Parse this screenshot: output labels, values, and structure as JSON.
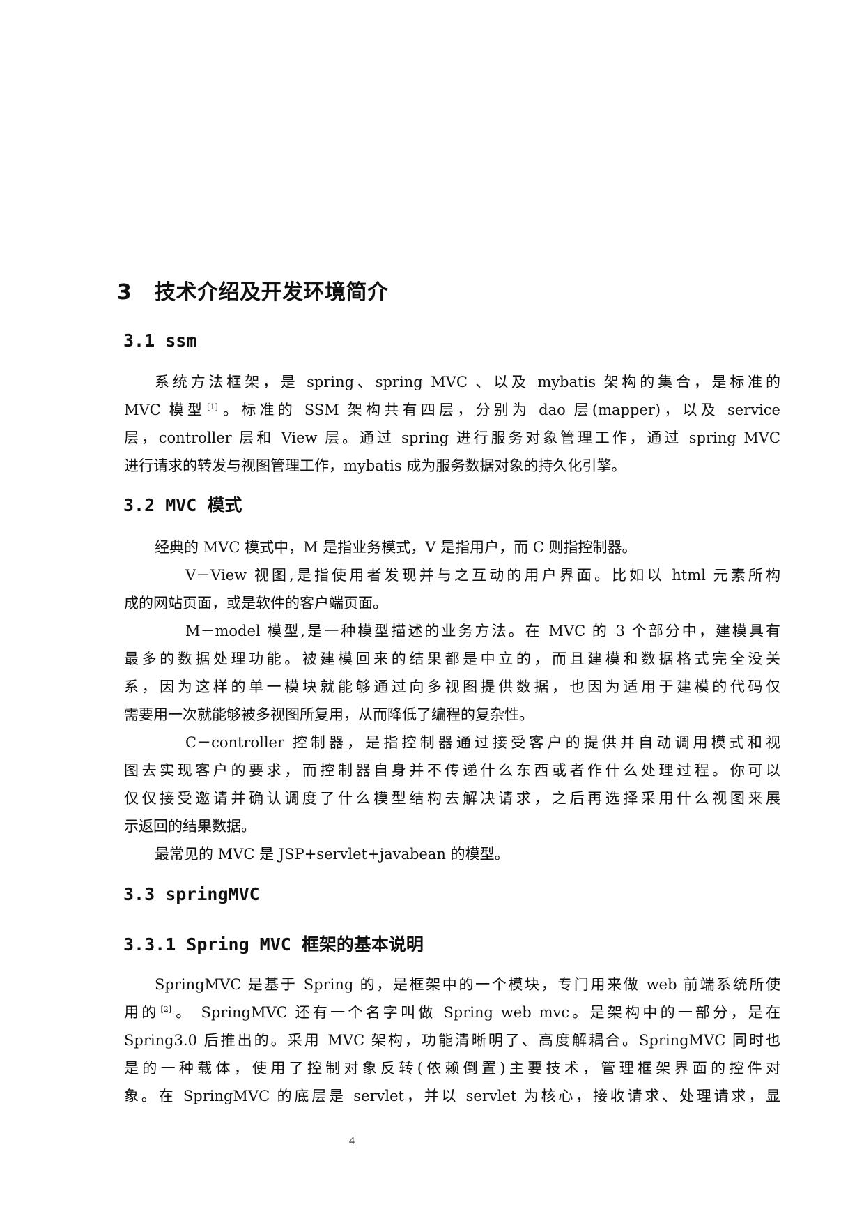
{
  "chapter": {
    "number": "3",
    "title": "技术介绍及开发环境简介"
  },
  "sections": [
    {
      "id": "3.1",
      "heading": "3.1 ssm",
      "paragraphs": [
        {
          "lines": [
            "系统方法框架，是 spring、spring MVC 、以及 mybatis 架构的集合，是标准的",
            "MVC 模型",
            "。标准的 SSM 架构共有四层，分别为 dao 层(mapper)，以及 service",
            "层，controller 层和 View 层。通过 spring 进行服务对象管理工作，通过 spring MVC",
            "进行请求的转发与视图管理工作，mybatis 成为服务数据对象的持久化引擎。"
          ],
          "citation": "[1]"
        }
      ]
    },
    {
      "id": "3.2",
      "heading": "3.2 MVC 模式",
      "paragraphs": [
        {
          "lines": [
            "经典的 MVC 模式中，M 是指业务模式，V 是指用户，而 C 则指控制器。"
          ]
        },
        {
          "lines": [
            "V－View 视图,是指使用者发现并与之互动的用户界面。比如以 html 元素所构",
            "成的网站页面，或是软件的客户端页面。"
          ]
        },
        {
          "lines": [
            "M－model 模型,是一种模型描述的业务方法。在 MVC 的 3 个部分中，建模具有",
            "最多的数据处理功能。被建模回来的结果都是中立的，而且建模和数据格式完全没关",
            "系，因为这样的单一模块就能够通过向多视图提供数据，也因为适用于建模的代码仅",
            "需要用一次就能够被多视图所复用，从而降低了编程的复杂性。"
          ]
        },
        {
          "lines": [
            "C－controller 控制器，是指控制器通过接受客户的提供并自动调用模式和视",
            "图去实现客户的要求，而控制器自身并不传递什么东西或者作什么处理过程。你可以",
            "仅仅接受邀请并确认调度了什么模型结构去解决请求，之后再选择采用什么视图来展",
            "示返回的结果数据。"
          ]
        },
        {
          "lines": [
            "最常见的 MVC 是 JSP+servlet+javabean 的模型。"
          ]
        }
      ]
    },
    {
      "id": "3.3",
      "heading": "3.3 springMVC",
      "subsections": [
        {
          "id": "3.3.1",
          "heading": "3.3.1 Spring MVC 框架的基本说明",
          "paragraphs": [
            {
              "lines": [
                "SpringMVC 是基于 Spring 的，是框架中的一个模块，专门用来做 web 前端系统所使",
                "用的",
                "。 SpringMVC 还有一个名字叫做 Spring web mvc。是架构中的一部分，是在",
                "Spring3.0 后推出的。采用 MVC 架构，功能清晰明了、高度解耦合。SpringMVC 同时也",
                "是的一种载体，使用了控制对象反转(依赖倒置)主要技术，管理框架界面的控件对",
                "象。在 SpringMVC 的底层是 servlet，并以 servlet 为核心，接收请求、处理请求，显"
              ],
              "citation": "[2]"
            }
          ]
        }
      ]
    }
  ],
  "footer": {
    "page_number": "4"
  }
}
